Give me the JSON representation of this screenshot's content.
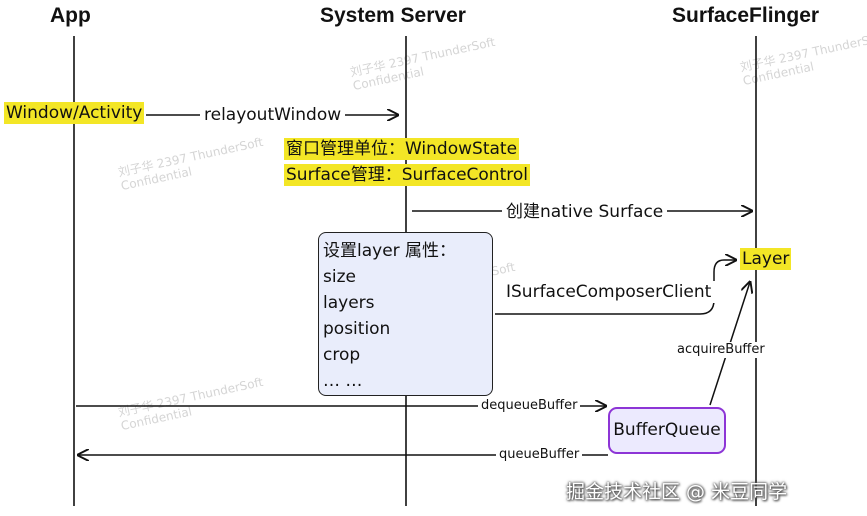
{
  "columns": {
    "app": "App",
    "system_server": "System Server",
    "surfaceflinger": "SurfaceFlinger"
  },
  "highlights": {
    "window_activity": "Window/Activity",
    "window_state": "窗口管理单位：WindowState",
    "surface_control": "Surface管理：SurfaceControl",
    "layer": "Layer"
  },
  "messages": {
    "relayout": "relayoutWindow",
    "create_surface": "创建native Surface",
    "composer_client": "ISurfaceComposerClient",
    "acquire": "acquireBuffer",
    "dequeue": "dequeueBuffer",
    "queue": "queueBuffer"
  },
  "layer_attrs": {
    "title": "设置layer 属性：",
    "items": [
      "size",
      "layers",
      "position",
      "crop",
      "… …"
    ]
  },
  "buffer_queue": "BufferQueue",
  "watermark": {
    "line1": "刘子华 2397 ThunderSoft",
    "line2": "Confidential"
  },
  "footer": "掘金技术社区 @ 米豆同学",
  "colors": {
    "highlight": "#f3e626",
    "box_fill": "#e9edfb",
    "bq_border": "#8d35d6",
    "bq_fill": "#eceafe"
  }
}
